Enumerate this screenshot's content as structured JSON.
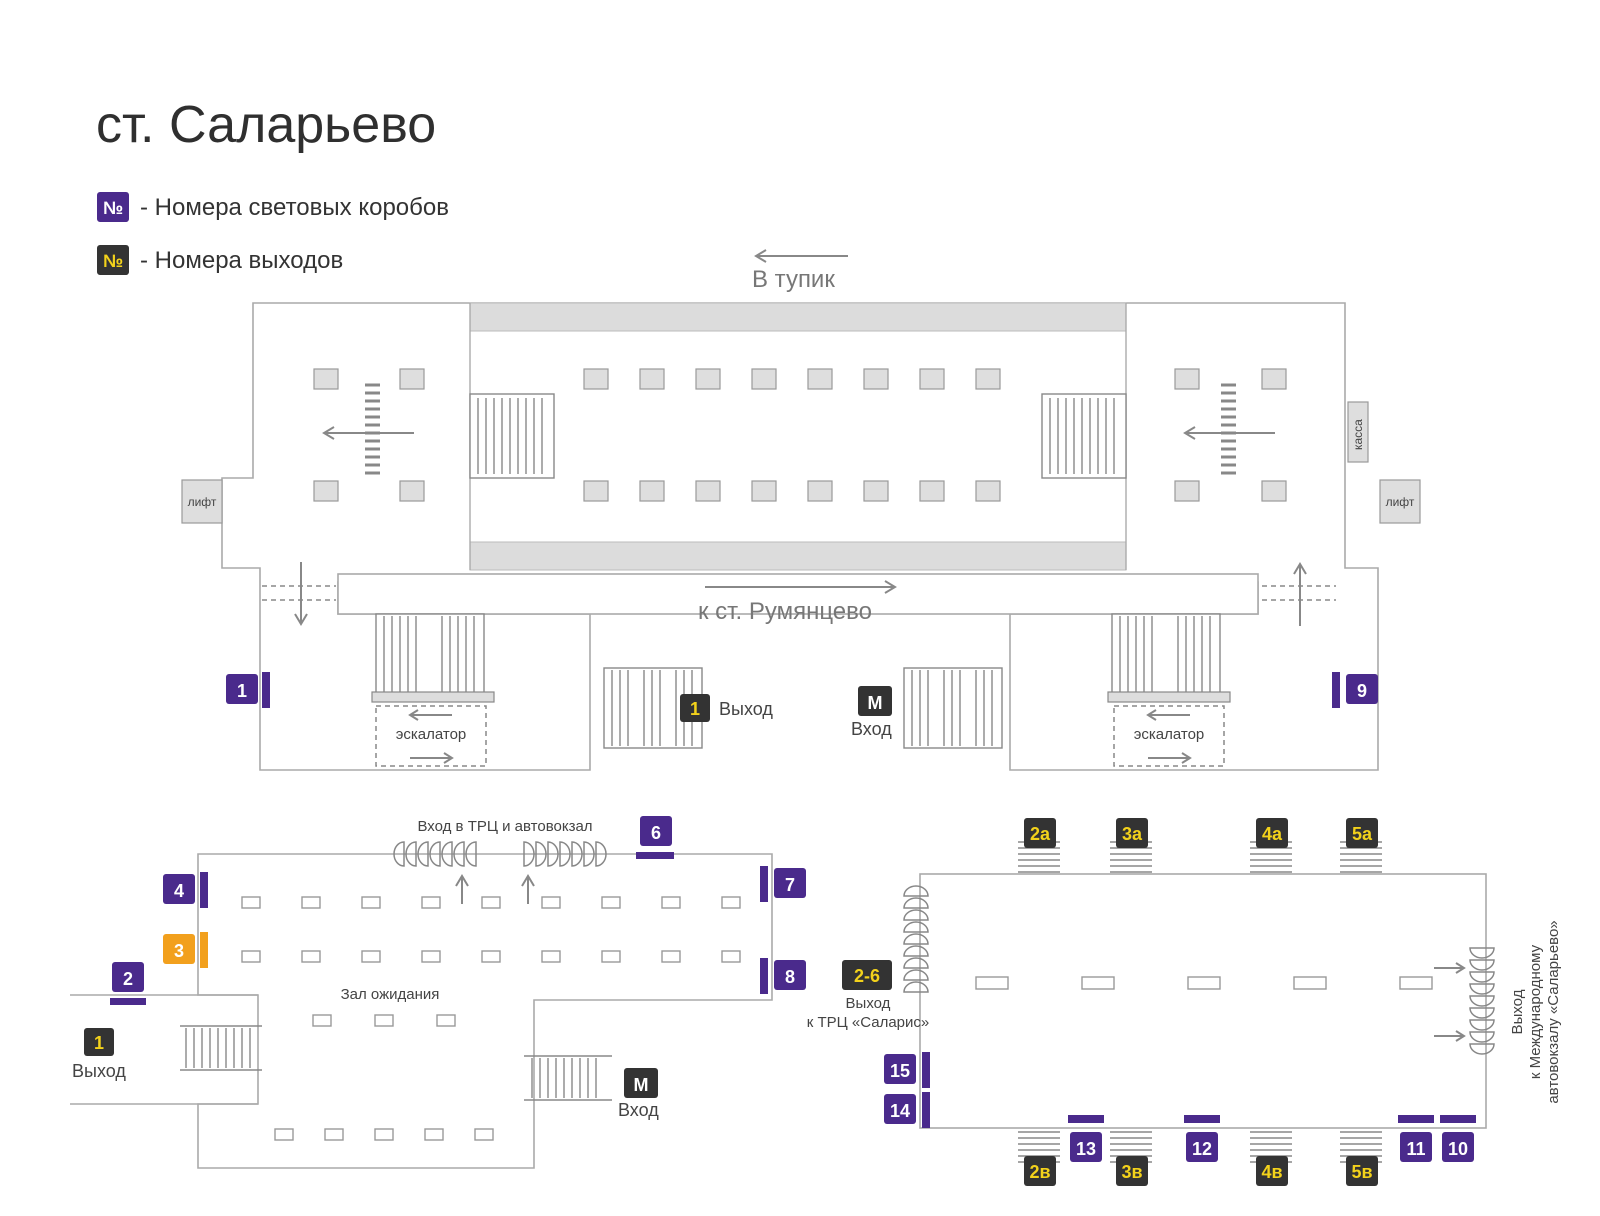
{
  "title": "ст. Саларьево",
  "legend": [
    {
      "symbol": "№",
      "style": "purple",
      "text": "- Номера световых коробов"
    },
    {
      "symbol": "№",
      "style": "dark",
      "text": "- Номера выходов"
    }
  ],
  "directions": {
    "dead_end": "В тупик",
    "rumyantsevo": "к ст. Румянцево"
  },
  "labels": {
    "lift": "лифт",
    "kassa": "касса",
    "escalator": "эскалатор",
    "exit": "Выход",
    "entrance": "Вход",
    "trc_entrance": "Вход в ТРЦ и автовокзал",
    "waiting_hall": "Зал ожидания",
    "exit_salaris_1": "Выход",
    "exit_salaris_2": "к ТРЦ «Саларис»",
    "bus_exit_1": "Выход",
    "bus_exit_2": "к Международному",
    "bus_exit_3": "автовокзалу «Саларьево»",
    "metro_symbol": "М"
  },
  "colors": {
    "lightbox": "#4a2a8c",
    "exit": "#333333",
    "highlight": "#f2a01d",
    "exit_number_text": "#f3d21b"
  },
  "lightboxes": [
    "1",
    "9",
    "6",
    "4",
    "3",
    "7",
    "2",
    "8",
    "15",
    "14",
    "13",
    "12",
    "11",
    "10"
  ],
  "exits": [
    "1",
    "1",
    "2-6",
    "2а",
    "3а",
    "4а",
    "5а",
    "2в",
    "3в",
    "4в",
    "5в"
  ],
  "icons": [
    "metro-icon",
    "arrow-icon",
    "turnstile-icon",
    "stairs-icon"
  ]
}
